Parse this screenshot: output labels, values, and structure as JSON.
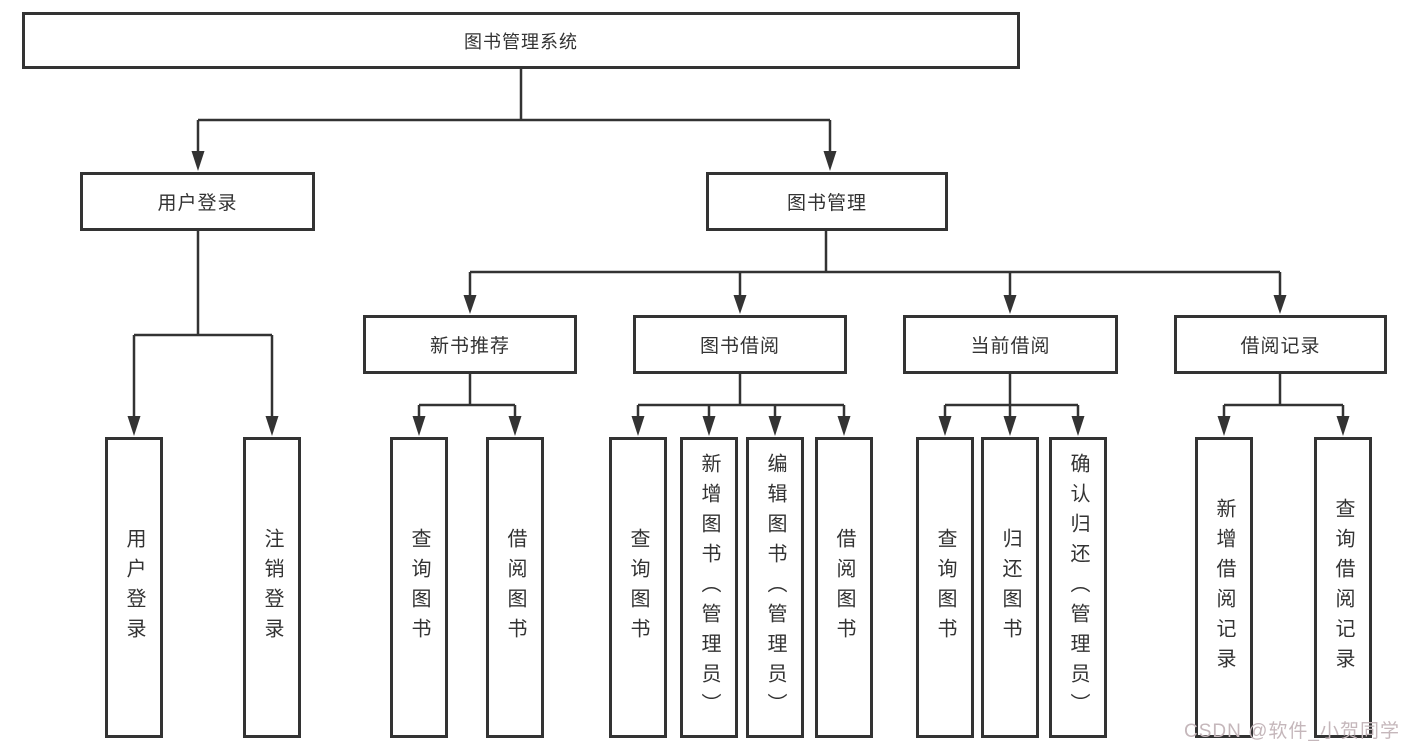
{
  "tree": {
    "label": "图书管理系统",
    "children": [
      {
        "label": "用户登录",
        "children": [
          {
            "label": "用户登录"
          },
          {
            "label": "注销登录"
          }
        ]
      },
      {
        "label": "图书管理",
        "children": [
          {
            "label": "新书推荐",
            "children": [
              {
                "label": "查询图书"
              },
              {
                "label": "借阅图书"
              }
            ]
          },
          {
            "label": "图书借阅",
            "children": [
              {
                "label": "查询图书"
              },
              {
                "label": "新增图书（管理员）"
              },
              {
                "label": "编辑图书（管理员）"
              },
              {
                "label": "借阅图书"
              }
            ]
          },
          {
            "label": "当前借阅",
            "children": [
              {
                "label": "查询图书"
              },
              {
                "label": "归还图书"
              },
              {
                "label": "确认归还（管理员）"
              }
            ]
          },
          {
            "label": "借阅记录",
            "children": [
              {
                "label": "新增借阅记录"
              },
              {
                "label": "查询借阅记录"
              }
            ]
          }
        ]
      }
    ]
  },
  "colors": {
    "line": "#333333",
    "text": "#333333",
    "watermark": "#c5b7bb",
    "background": "#ffffff"
  },
  "watermark": "CSDN @软件_小贺同学"
}
